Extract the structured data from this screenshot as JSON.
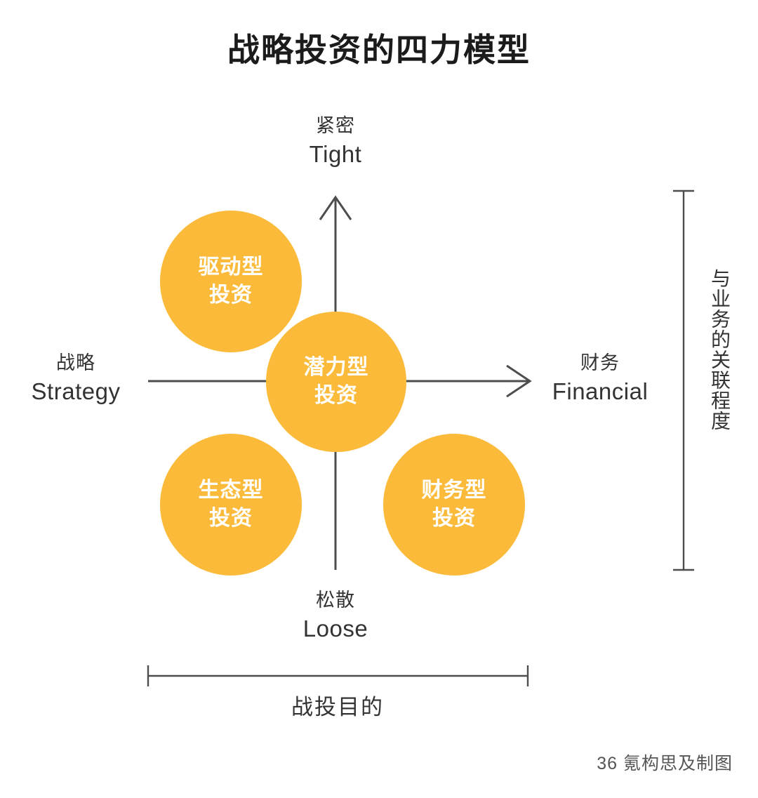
{
  "page": {
    "title": "战略投资的四力模型",
    "background_color": "#ffffff",
    "bubble_color": "#fbba3a",
    "line_color": "#4d4d4d",
    "text_color": "#333333"
  },
  "axes": {
    "vertical": {
      "top": {
        "cn": "紧密",
        "en": "Tight"
      },
      "bottom": {
        "cn": "松散",
        "en": "Loose"
      }
    },
    "horizontal": {
      "left": {
        "cn": "战略",
        "en": "Strategy"
      },
      "right": {
        "cn": "财务",
        "en": "Financial"
      }
    }
  },
  "bubbles": [
    {
      "id": "driver",
      "line1": "驱动型",
      "line2": "投资",
      "quadrant": "top-left"
    },
    {
      "id": "potential",
      "line1": "潜力型",
      "line2": "投资",
      "quadrant": "center"
    },
    {
      "id": "eco",
      "line1": "生态型",
      "line2": "投资",
      "quadrant": "bottom-left"
    },
    {
      "id": "financial",
      "line1": "财务型",
      "line2": "投资",
      "quadrant": "bottom-right"
    }
  ],
  "brackets": {
    "bottom_caption": "战投目的",
    "right_caption": "与业务的关联程度"
  },
  "credit": "36 氪构思及制图"
}
